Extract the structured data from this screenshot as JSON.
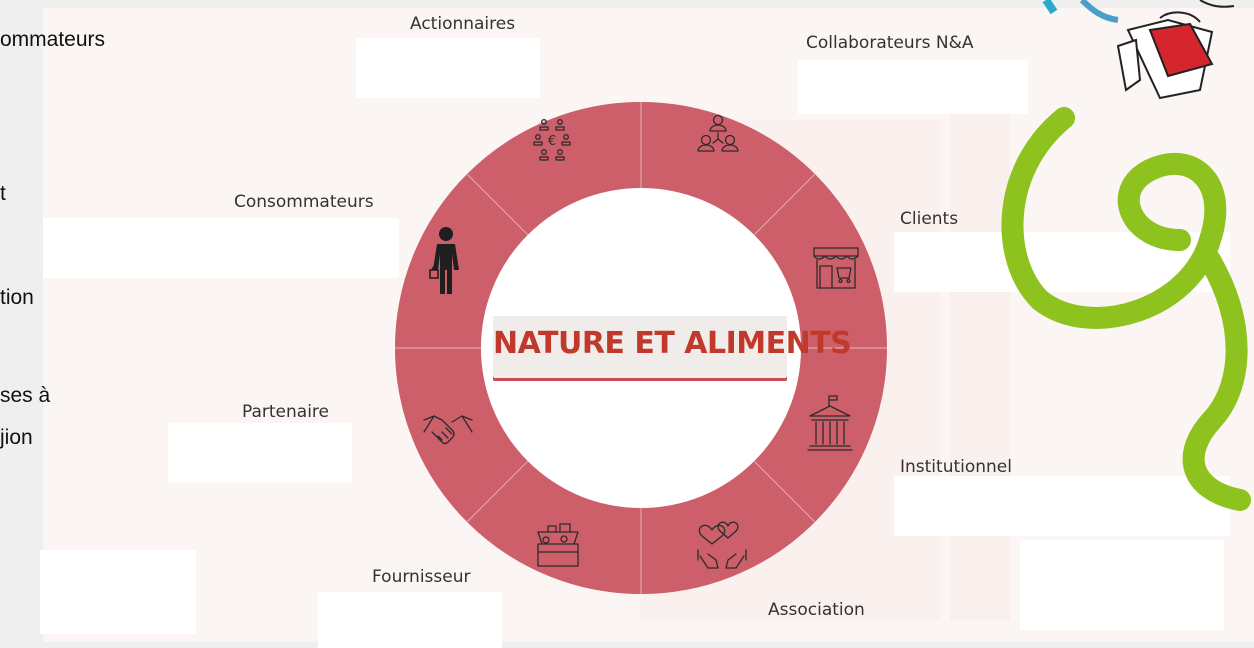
{
  "background_text": [
    "ommateurs",
    "t",
    "tion",
    "ses à",
    "jion"
  ],
  "diagram": {
    "center_title": "NATURE ET ALIMENTS",
    "ring_color": "#cd5f6b",
    "accent_color": "#c0392b",
    "stakeholders": [
      {
        "label": "Actionnaires",
        "icon": "investors-network-icon"
      },
      {
        "label": "Collaborateurs N&A",
        "icon": "team-hierarchy-icon"
      },
      {
        "label": "Clients",
        "icon": "shop-cart-icon"
      },
      {
        "label": "Institutionnel",
        "icon": "government-building-icon"
      },
      {
        "label": "Association",
        "icon": "hands-hearts-icon"
      },
      {
        "label": "Fournisseur",
        "icon": "produce-crate-icon"
      },
      {
        "label": "Partenaire",
        "icon": "handshake-icon"
      },
      {
        "label": "Consommateurs",
        "icon": "shopper-person-icon"
      }
    ]
  }
}
